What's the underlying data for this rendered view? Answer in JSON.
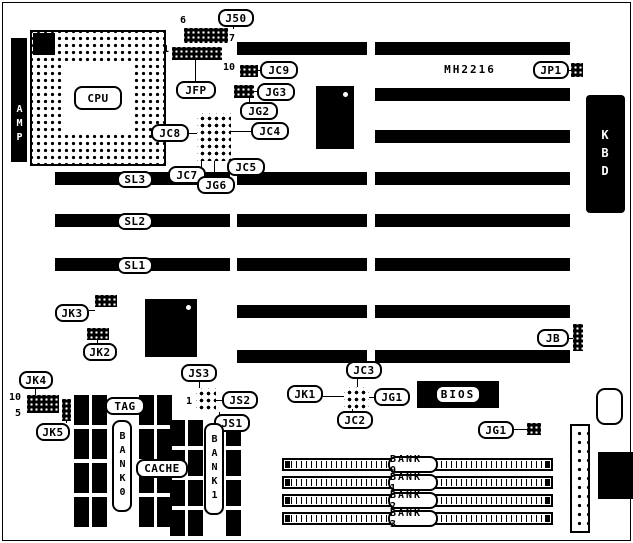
{
  "board": {
    "model": "MH2216",
    "cpu": "CPU",
    "amp": "AMP",
    "kbd": "KBD",
    "bios": "BIOS"
  },
  "connectors": {
    "j50": "J50",
    "jfp": "JFP",
    "jc9": "JC9",
    "jg3": "JG3",
    "jg2": "JG2",
    "jc4": "JC4",
    "jc8": "JC8",
    "jc5": "JC5",
    "jc7": "JC7",
    "jg6": "JG6",
    "jp1": "JP1",
    "jb": "JB",
    "jk1": "JK1",
    "jk2": "JK2",
    "jk3": "JK3",
    "jk4": "JK4",
    "jk5": "JK5",
    "js1": "JS1",
    "js2": "JS2",
    "js3": "JS3",
    "jc2": "JC2",
    "jc3": "JC3",
    "jg1_center": "JG1",
    "jg1_right": "JG1"
  },
  "slots": {
    "sl1": "SL1",
    "sl2": "SL2",
    "sl3": "SL3"
  },
  "cache": {
    "tag": "TAG",
    "bank0": "BANK0",
    "cache_label": "CACHE",
    "bank1": "BANK1"
  },
  "simm_banks": [
    "BANK 0",
    "BANK 1",
    "BANK 2",
    "BANK 3"
  ],
  "pin_numbers": {
    "j50_6": "6",
    "j50_7": "7",
    "jfp_1": "1",
    "jc9_10": "10",
    "jk4_10": "10",
    "jk4_5": "5",
    "js3_1": "1"
  }
}
